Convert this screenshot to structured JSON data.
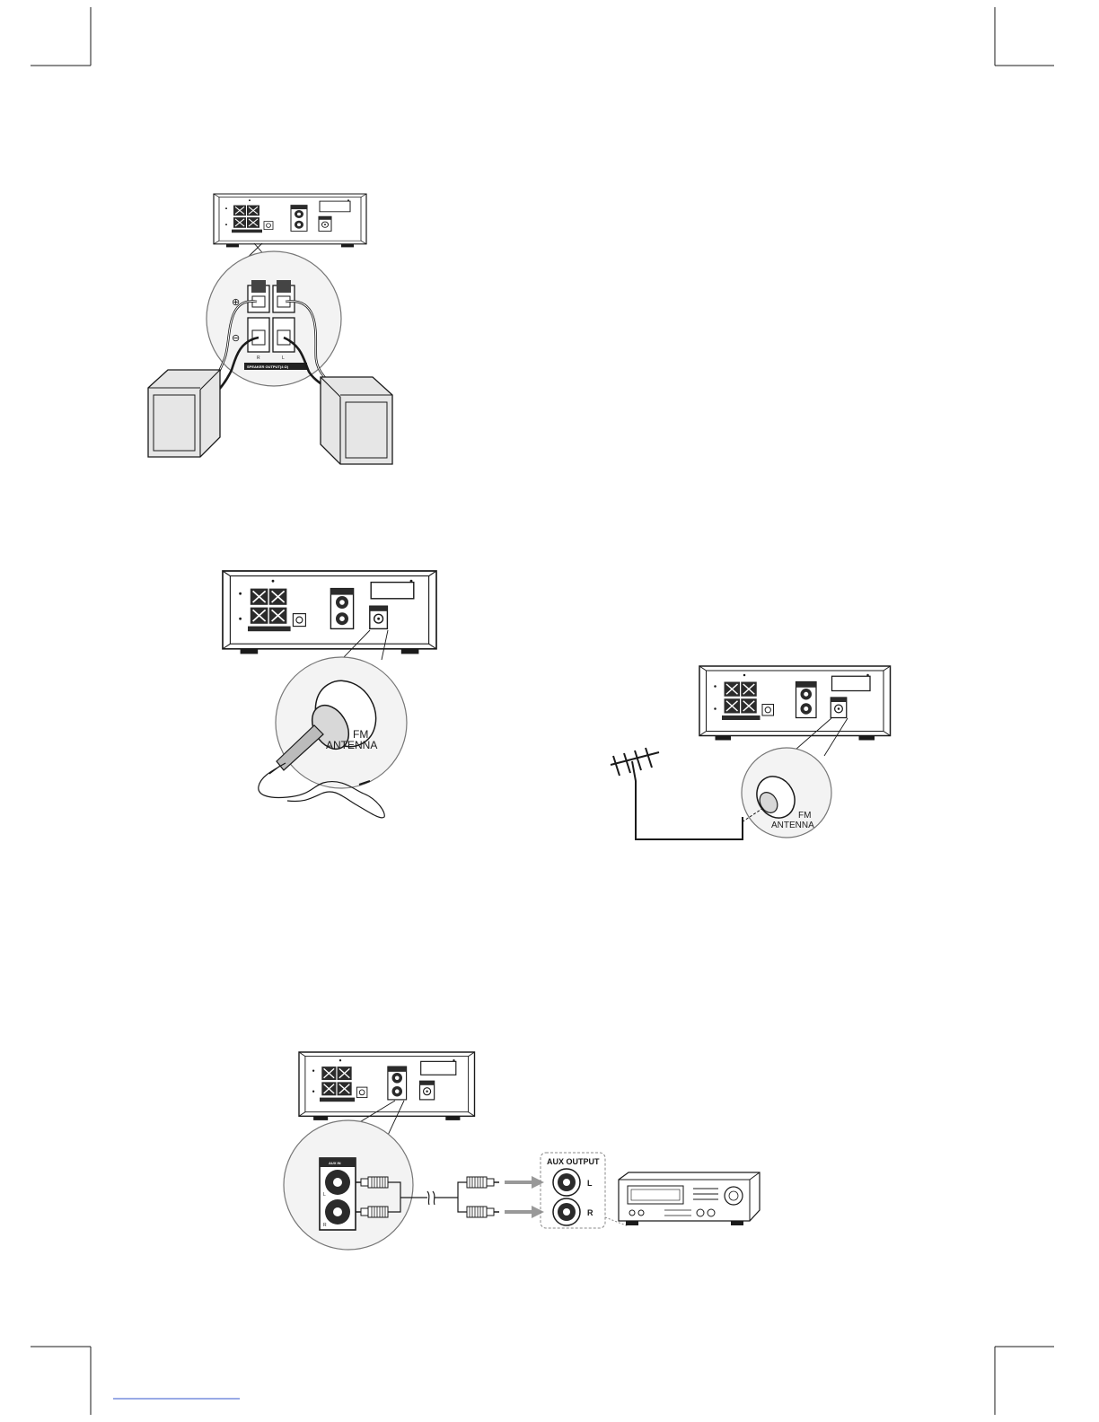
{
  "diagrams": {
    "speaker_connection": {
      "terminal_label": "SPEAKER OUTPUT(4 Ω)",
      "plus_sign": "⊕",
      "minus_sign": "⊖",
      "channel_r": "R",
      "channel_l": "L"
    },
    "fm_antenna_wire": {
      "antenna_label_line1": "FM",
      "antenna_label_line2": "ANTENNA"
    },
    "fm_antenna_outdoor": {
      "antenna_label_line1": "FM",
      "antenna_label_line2": "ANTENNA"
    },
    "aux_connection": {
      "aux_in_label": "AUX IN",
      "aux_output_label": "AUX OUTPUT",
      "channel_l": "L",
      "channel_r": "R"
    }
  },
  "icons": [
    "speaker-icon",
    "stereo-receiver-icon",
    "rca-plug-icon",
    "yagi-antenna-icon",
    "wire-antenna-icon"
  ],
  "colors": {
    "line": "#1a1a1a",
    "panel_dark": "#2b2b2b",
    "speaker_fill": "#e6e6e6",
    "circle_fill": "#f3f3f3"
  }
}
